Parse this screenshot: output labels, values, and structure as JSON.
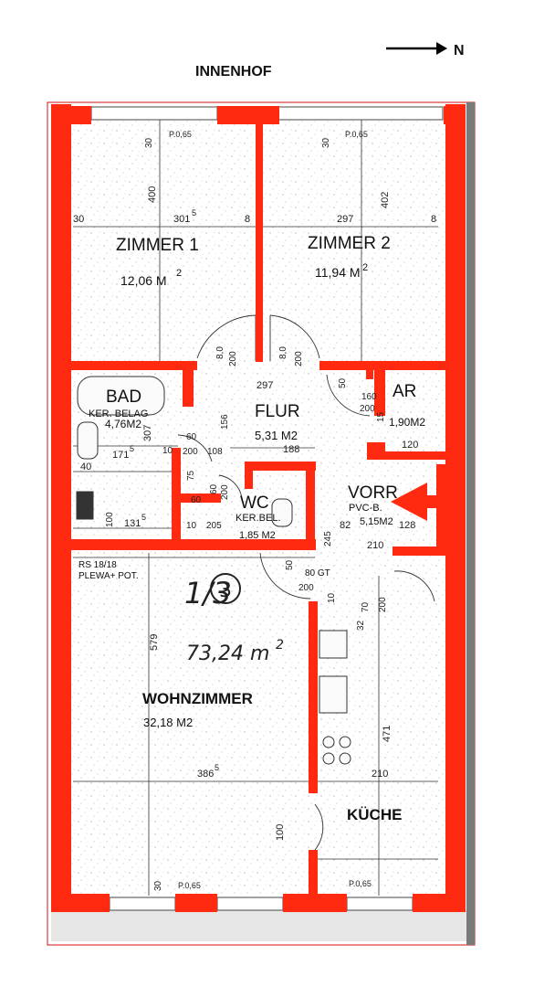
{
  "header": {
    "courtyard": "INNENHOF",
    "north": "N"
  },
  "rooms": {
    "zimmer1": {
      "name": "ZIMMER 1",
      "area": "12,06 M",
      "area_sup": "2"
    },
    "zimmer2": {
      "name": "ZIMMER 2",
      "area": "11,94 M",
      "area_sup": "2"
    },
    "bad": {
      "name": "BAD",
      "floor": "KER. BELAG",
      "area": "4,76M2"
    },
    "flur": {
      "name": "FLUR",
      "area": "5,31 M2"
    },
    "ar": {
      "name": "AR",
      "area": "1,90M2"
    },
    "wc": {
      "name": "WC",
      "floor": "KER.BEL.",
      "area": "1,85 M2"
    },
    "vorr": {
      "name": "VORR",
      "floor": "PVC-B.",
      "area": "5,15M2"
    },
    "wohnzimmer": {
      "name": "WOHNZIMMER",
      "area": "32,18 M2"
    },
    "kueche": {
      "name": "KÜCHE"
    }
  },
  "annotations": {
    "unit_number": "1/3",
    "unit_circle": "3",
    "total_area": "73,24 m",
    "total_sup": "2",
    "heater": "RS 18/18",
    "heater_2": "PLEWA+ POT.",
    "gt": "80 GT"
  },
  "dimensions": {
    "p065_tl": "P.0,65",
    "p065_tr": "P.0,65",
    "p065_bl": "P.0,65",
    "p065_br": "P.0,65",
    "d30_a": "30",
    "d30_b": "30",
    "d30_c": "30",
    "d30_d": "30",
    "d400": "400",
    "d402": "402",
    "d301": "301",
    "d301_sup": "5",
    "d297_a": "297",
    "d297_b": "297",
    "d8_a": "8",
    "d8_b": "8",
    "d80": "8,0",
    "d200_a": "200",
    "d80b": "8,0",
    "d200_b": "200",
    "d160": "160",
    "d200_c": "200",
    "d50": "50",
    "d15": "15",
    "d120": "120",
    "d307": "307",
    "d156": "156",
    "d188": "188",
    "d171": "171",
    "d171_sup": "5",
    "d60_a": "60",
    "d10_a": "10",
    "d200_d": "200",
    "d108": "108",
    "d40": "40",
    "d75": "75",
    "d60_b": "60",
    "d60_c": "60",
    "d200_e": "200",
    "d100_a": "100",
    "d131": "131",
    "d131_sup": "5",
    "d10_b": "10",
    "d205": "205",
    "d82": "82",
    "d128": "128",
    "d210_a": "210",
    "d245": "245",
    "d50_b": "50",
    "d200_f": "200",
    "d10_c": "10",
    "d70": "70",
    "d32": "32",
    "d200_g": "200",
    "d579": "579",
    "d471": "471",
    "d386": "386",
    "d386_sup": "5",
    "d210_b": "210",
    "d100_b": "100"
  },
  "colors": {
    "wall": "#ff2a0f",
    "line": "#222222",
    "paper": "#ffffff"
  }
}
